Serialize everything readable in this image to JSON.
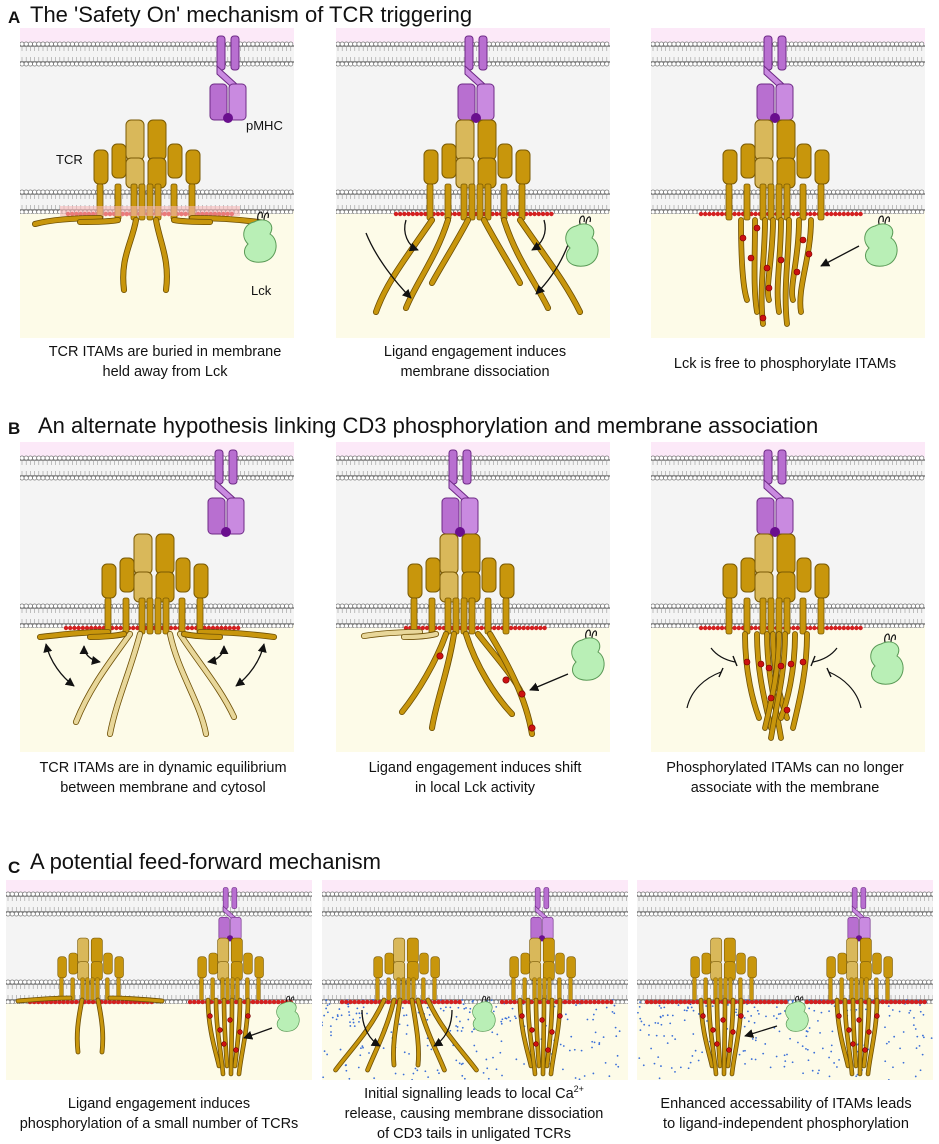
{
  "sections": [
    {
      "letter": "A",
      "title": "The 'Safety On' mechanism of TCR triggering",
      "panels": [
        {
          "caption_1": "TCR ITAMs are buried in membrane",
          "caption_2": "held away from Lck",
          "labels": {
            "pmhc": "pMHC",
            "tcr": "TCR",
            "lck": "Lck"
          }
        },
        {
          "caption_1": "Ligand engagement induces",
          "caption_2": "membrane dissociation"
        },
        {
          "caption_1": "Lck is free to phosphorylate ITAMs",
          "caption_2": ""
        }
      ]
    },
    {
      "letter": "B",
      "title": "An alternate hypothesis linking CD3 phosphorylation and membrane association",
      "panels": [
        {
          "caption_1": "TCR ITAMs are in dynamic equilibrium",
          "caption_2": "between membrane and cytosol"
        },
        {
          "caption_1": "Ligand engagement induces shift",
          "caption_2": "in local Lck activity"
        },
        {
          "caption_1": "Phosphorylated ITAMs can no longer",
          "caption_2": "associate with the membrane"
        }
      ]
    },
    {
      "letter": "C",
      "title": "A potential feed-forward mechanism",
      "panels": [
        {
          "caption_1": "Ligand engagement induces",
          "caption_2": "phosphorylation of a small number of TCRs"
        },
        {
          "caption_1a": "Initial signalling leads to local Ca",
          "caption_1sup": "2+",
          "caption_1b": " release, causing membrane dissociation",
          "caption_2": "of CD3 tails in unligated TCRs"
        },
        {
          "caption_1": "Enhanced accessability of ITAMs leads",
          "caption_2": "to ligand-independent phosphorylation"
        }
      ]
    }
  ],
  "colors": {
    "tcr": "#c8960c",
    "tcr_light": "#d9b85a",
    "tail_faded": "#e8d79a",
    "pmhc": "#b86fd0",
    "pmhc_dot": "#6a0f8e",
    "lck": "#b9efb6",
    "lipid_red": "#d42020",
    "cytosol": "#fdfbe8",
    "extracell": "#f4f4f4",
    "top_pink": "#fce9f8",
    "calcium": "#3a6fd8",
    "phospho": "#cc1111"
  }
}
